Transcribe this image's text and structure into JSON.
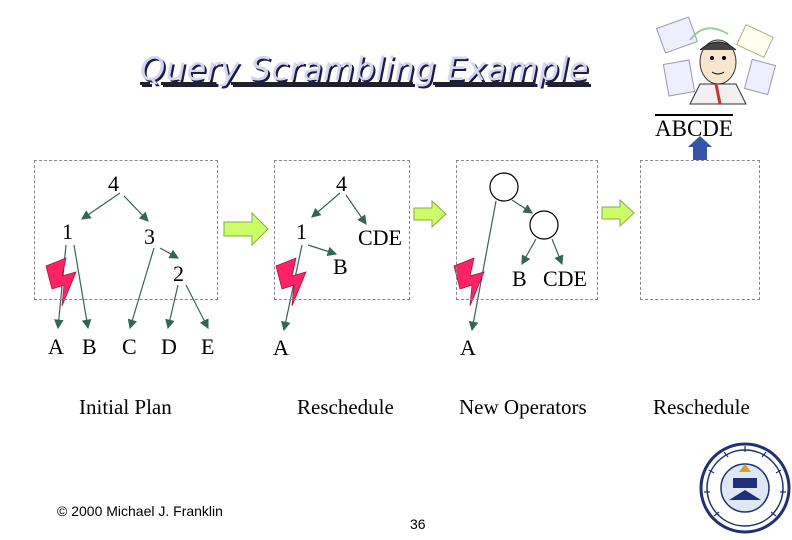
{
  "title": "Query Scrambling Example",
  "final_result": "ABCDE",
  "panels": {
    "initial": {
      "nodes": [
        "4",
        "1",
        "3",
        "2"
      ],
      "leaves": [
        "A",
        "B",
        "C",
        "D",
        "E"
      ],
      "caption": "Initial Plan"
    },
    "reschedule1": {
      "nodes": [
        "4",
        "1"
      ],
      "subresults": [
        "CDE",
        "B"
      ],
      "leaves": [
        "A"
      ],
      "caption": "Reschedule"
    },
    "new_operators": {
      "subresults": [
        "B",
        "CDE"
      ],
      "leaves": [
        "A"
      ],
      "caption": "New Operators"
    },
    "reschedule2": {
      "caption": "Reschedule"
    }
  },
  "footer": {
    "copyright": "© 2000 Michael J. Franklin",
    "page_number": "36"
  },
  "colors": {
    "block_arrow": "#ccff66",
    "lightning": "#ff2266",
    "up_arrow": "#3355aa",
    "title_fill": "#d5d5ee",
    "title_shadow": "#1a1a50",
    "tree_edge": "#336655"
  }
}
